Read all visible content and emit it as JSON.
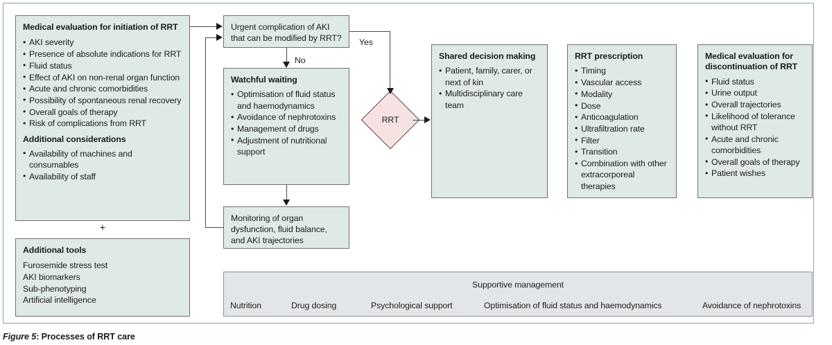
{
  "figure": {
    "caption_prefix": "Figure 5",
    "caption_text": ": Processes of RRT care"
  },
  "colors": {
    "box_fill": "#dfeae4",
    "box_border": "#6f6f6f",
    "grey_fill": "#e3e6e9",
    "grey_border": "#8d9299",
    "diamond_fill": "#f7e2e2",
    "diamond_border": "#5a4040",
    "frame_border": "#7fa99a",
    "connector": "#4a4a4a"
  },
  "boxes": {
    "initiation": {
      "title": "Medical evaluation for initiation of RRT",
      "items": [
        "AKI severity",
        "Presence of absolute indications for RRT",
        "Fluid status",
        "Effect of AKI on non-renal organ function",
        "Acute and chronic comorbidities",
        "Possibility of spontaneous renal recovery",
        "Overall goals of therapy",
        "Risk of complications from RRT"
      ],
      "subhead": "Additional considerations",
      "sub_items": [
        "Availability of machines and consumables",
        "Availability of staff"
      ]
    },
    "additional_tools": {
      "title": "Additional tools",
      "items": [
        "Furosemide stress test",
        "AKI biomarkers",
        "Sub-phenotyping",
        "Artificial intelligence"
      ]
    },
    "urgent": {
      "text": "Urgent complication of AKI that can be modified by RRT?"
    },
    "watchful": {
      "title": "Watchful waiting",
      "items": [
        "Optimisation of fluid status and haemodynamics",
        "Avoidance of nephrotoxins",
        "Management of drugs",
        "Adjustment of nutritional support"
      ]
    },
    "monitoring": {
      "text": "Monitoring of organ dysfunction, fluid balance, and AKI trajectories"
    },
    "shared_decision": {
      "title": "Shared decision making",
      "items": [
        "Patient, family, carer, or next of kin",
        "Multidisciplinary care team"
      ]
    },
    "prescription": {
      "title": "RRT prescription",
      "items": [
        "Timing",
        "Vascular access",
        "Modality",
        "Dose",
        "Anticoagulation",
        "Ultrafiltration rate",
        "Filter",
        "Transition",
        "Combination with other extracorporeal therapies"
      ]
    },
    "discontinuation": {
      "title": "Medical evaluation for discontinuation of RRT",
      "items": [
        "Fluid status",
        "Urine output",
        "Overall trajectories",
        "Likelihood of tolerance without RRT",
        "Acute and chronic comorbidities",
        "Overall goals of therapy",
        "Patient wishes"
      ]
    }
  },
  "decision": {
    "label": "RRT"
  },
  "edges": {
    "yes_label": "Yes",
    "no_label": "No",
    "plus_label": "+"
  },
  "supportive": {
    "title": "Supportive management",
    "items": [
      "Nutrition",
      "Drug dosing",
      "Psychological support",
      "Optimisation of fluid status and haemodynamics",
      "Avoidance of nephrotoxins"
    ]
  }
}
